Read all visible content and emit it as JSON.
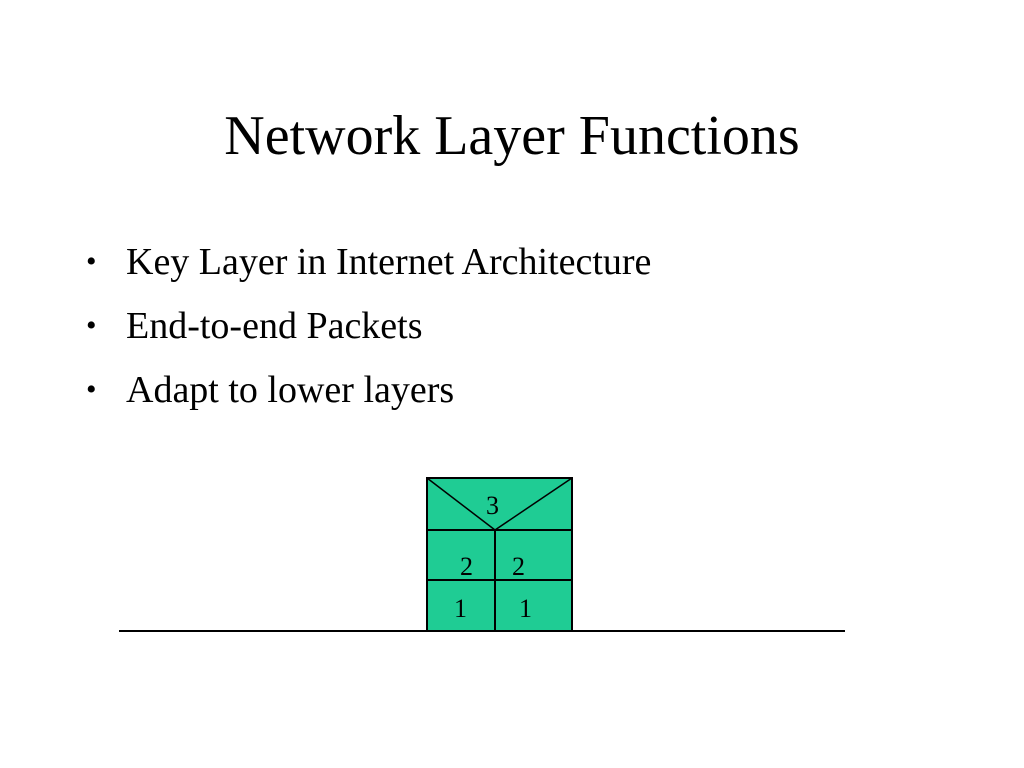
{
  "slide": {
    "title": "Network Layer Functions",
    "bullets": [
      {
        "label": "Key Layer in Internet Architecture"
      },
      {
        "label": "End-to-end Packets"
      },
      {
        "label": "Adapt to lower layers"
      }
    ],
    "bullet_glyph": "•"
  },
  "diagram": {
    "fill_color": "#1fcc94",
    "stroke_color": "#000000",
    "top_label": "3",
    "middle_labels": [
      "2",
      "2"
    ],
    "bottom_labels": [
      "1",
      "1"
    ]
  }
}
